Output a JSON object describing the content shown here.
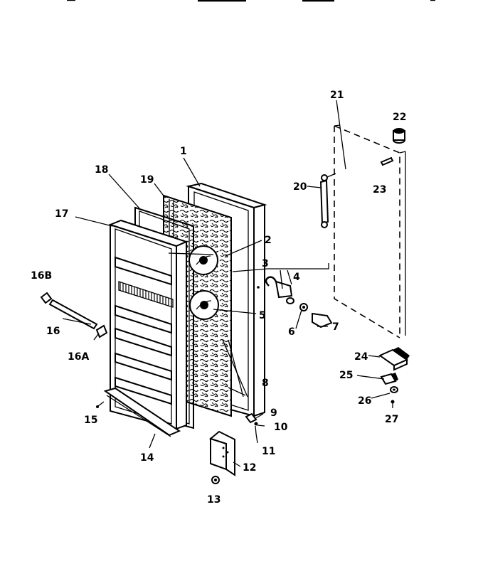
{
  "callouts": {
    "c1": "1",
    "c2": "2",
    "c3": "3",
    "c4": "4",
    "c5": "5",
    "c6": "6",
    "c7": "7",
    "c8": "8",
    "c9": "9",
    "c10": "10",
    "c11": "11",
    "c12": "12",
    "c13": "13",
    "c14": "14",
    "c15": "15",
    "c16": "16",
    "c16a": "16A",
    "c16b": "16B",
    "c17": "17",
    "c18": "18",
    "c19": "19",
    "c20": "20",
    "c21": "21",
    "c22": "22",
    "c23": "23",
    "c24": "24",
    "c25": "25",
    "c26": "26",
    "c27": "27"
  }
}
